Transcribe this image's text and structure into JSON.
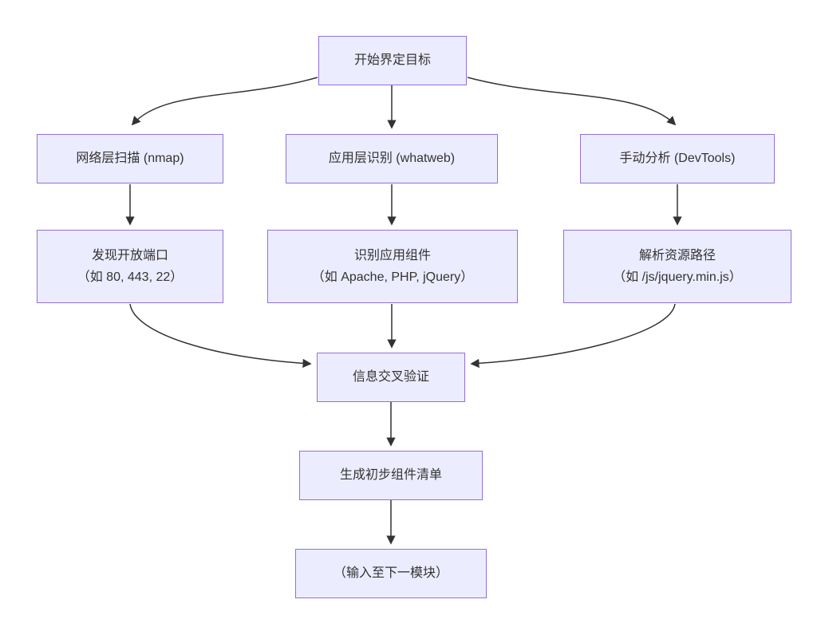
{
  "diagram": {
    "type": "flowchart",
    "direction": "top-down",
    "colors": {
      "node_fill": "#ECECFF",
      "node_border": "#9370DB",
      "text": "#333333",
      "arrow": "#333333",
      "background": "#ffffff"
    },
    "nodes": {
      "start": {
        "lines": [
          "开始界定目标"
        ]
      },
      "scan_net": {
        "lines": [
          "网络层扫描 (nmap)"
        ]
      },
      "scan_app": {
        "lines": [
          "应用层识别 (whatweb)"
        ]
      },
      "manual": {
        "lines": [
          "手动分析 (DevTools)"
        ]
      },
      "ports": {
        "lines": [
          "发现开放端口",
          "（如 80, 443, 22）"
        ]
      },
      "components": {
        "lines": [
          "识别应用组件",
          "（如 Apache, PHP, jQuery）"
        ]
      },
      "paths": {
        "lines": [
          "解析资源路径",
          "（如 /js/jquery.min.js）"
        ]
      },
      "verify": {
        "lines": [
          "信息交叉验证"
        ]
      },
      "list": {
        "lines": [
          "生成初步组件清单"
        ]
      },
      "output": {
        "lines": [
          "（输入至下一模块）"
        ]
      }
    },
    "edges": [
      {
        "from": "start",
        "to": "scan_net"
      },
      {
        "from": "start",
        "to": "scan_app"
      },
      {
        "from": "start",
        "to": "manual"
      },
      {
        "from": "scan_net",
        "to": "ports"
      },
      {
        "from": "scan_app",
        "to": "components"
      },
      {
        "from": "manual",
        "to": "paths"
      },
      {
        "from": "ports",
        "to": "verify"
      },
      {
        "from": "components",
        "to": "verify"
      },
      {
        "from": "paths",
        "to": "verify"
      },
      {
        "from": "verify",
        "to": "list"
      },
      {
        "from": "list",
        "to": "output"
      }
    ]
  }
}
